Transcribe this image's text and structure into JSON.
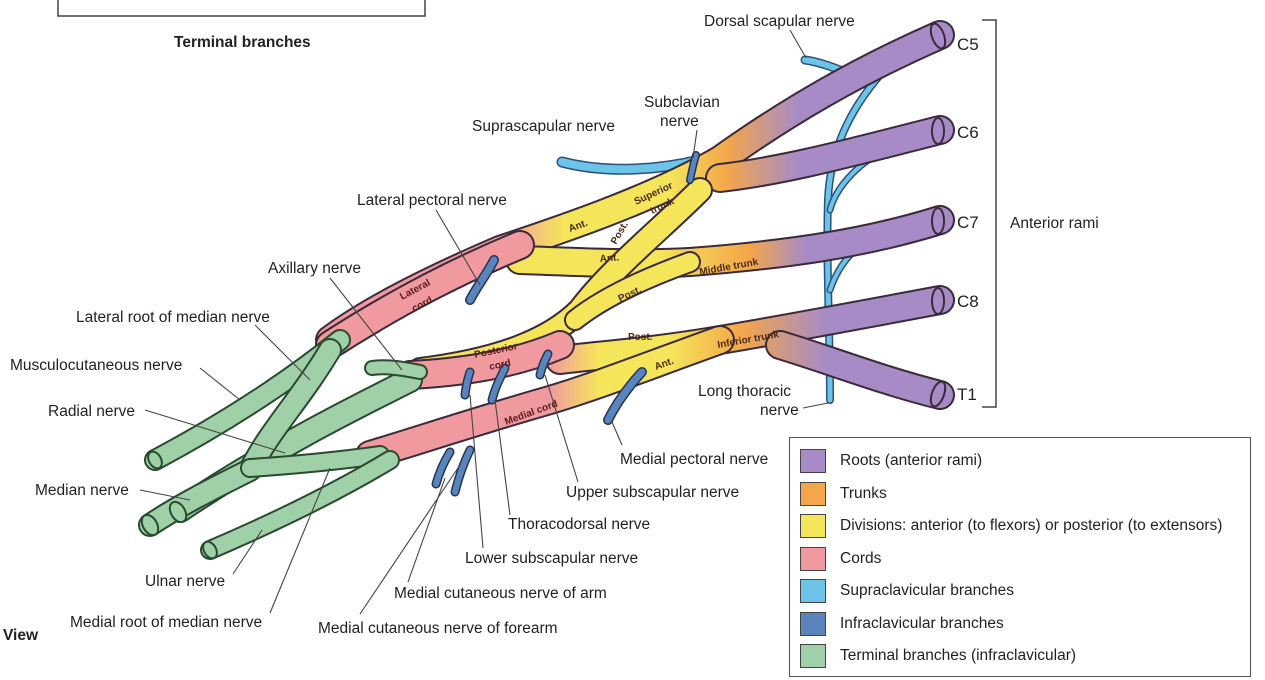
{
  "header": {
    "subtitle": "Terminal branches",
    "view_label": "View"
  },
  "roots": [
    "C5",
    "C6",
    "C7",
    "C8",
    "T1"
  ],
  "rami_label": "Anterior rami",
  "labels": {
    "dorsal_scapular": "Dorsal scapular nerve",
    "subclavian_1": "Subclavian",
    "subclavian_2": "nerve",
    "suprascapular": "Suprascapular nerve",
    "lateral_pectoral": "Lateral pectoral nerve",
    "axillary": "Axillary nerve",
    "lateral_root_median": "Lateral root of median nerve",
    "musculocutaneous": "Musculocutaneous nerve",
    "radial": "Radial nerve",
    "median": "Median nerve",
    "ulnar": "Ulnar nerve",
    "medial_root_median": "Medial root of median nerve",
    "medial_cut_forearm": "Medial cutaneous nerve of forearm",
    "medial_cut_arm": "Medial cutaneous nerve of arm",
    "lower_subscapular": "Lower subscapular nerve",
    "thoracodorsal": "Thoracodorsal nerve",
    "upper_subscapular": "Upper subscapular nerve",
    "medial_pectoral": "Medial pectoral nerve",
    "long_thoracic_1": "Long thoracic",
    "long_thoracic_2": "nerve"
  },
  "inline_labels": {
    "superior_trunk_1": "Superior",
    "superior_trunk_2": "trunk",
    "middle_trunk": "Middle trunk",
    "inferior_trunk": "Inferior trunk",
    "lateral_cord_1": "Lateral",
    "lateral_cord_2": "cord",
    "posterior_cord_1": "Posterior",
    "posterior_cord_2": "cord",
    "medial_cord": "Medial cord",
    "ant_1": "Ant.",
    "ant_2": "Ant.",
    "ant_3": "Ant.",
    "post_1": "Post.",
    "post_2": "Post.",
    "post_3": "Post."
  },
  "legend": [
    {
      "label": "Roots (anterior rami)",
      "color": "#a68bc7"
    },
    {
      "label": "Trunks",
      "color": "#f4a64a"
    },
    {
      "label": "Divisions: anterior (to flexors) or posterior (to extensors)",
      "color": "#f5e55a"
    },
    {
      "label": "Cords",
      "color": "#f09aa0"
    },
    {
      "label": "Supraclavicular branches",
      "color": "#6cc5e8"
    },
    {
      "label": "Infraclavicular branches",
      "color": "#5b84bd"
    },
    {
      "label": "Terminal branches (infraclavicular)",
      "color": "#9fd0a8"
    }
  ]
}
